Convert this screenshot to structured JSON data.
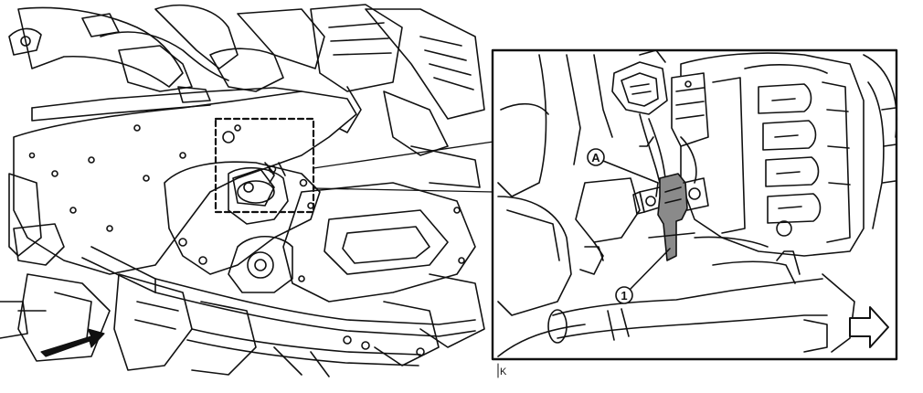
{
  "callouts": {
    "a_label": "A",
    "one_label": "1"
  },
  "corner_mark": "K",
  "icons": {
    "direction": "front-arrow-icon",
    "orientation": "outline-right-arrow-icon"
  },
  "colors": {
    "line": "#111111",
    "bracket_fill": "#8a8a8a",
    "background": "#ffffff"
  }
}
